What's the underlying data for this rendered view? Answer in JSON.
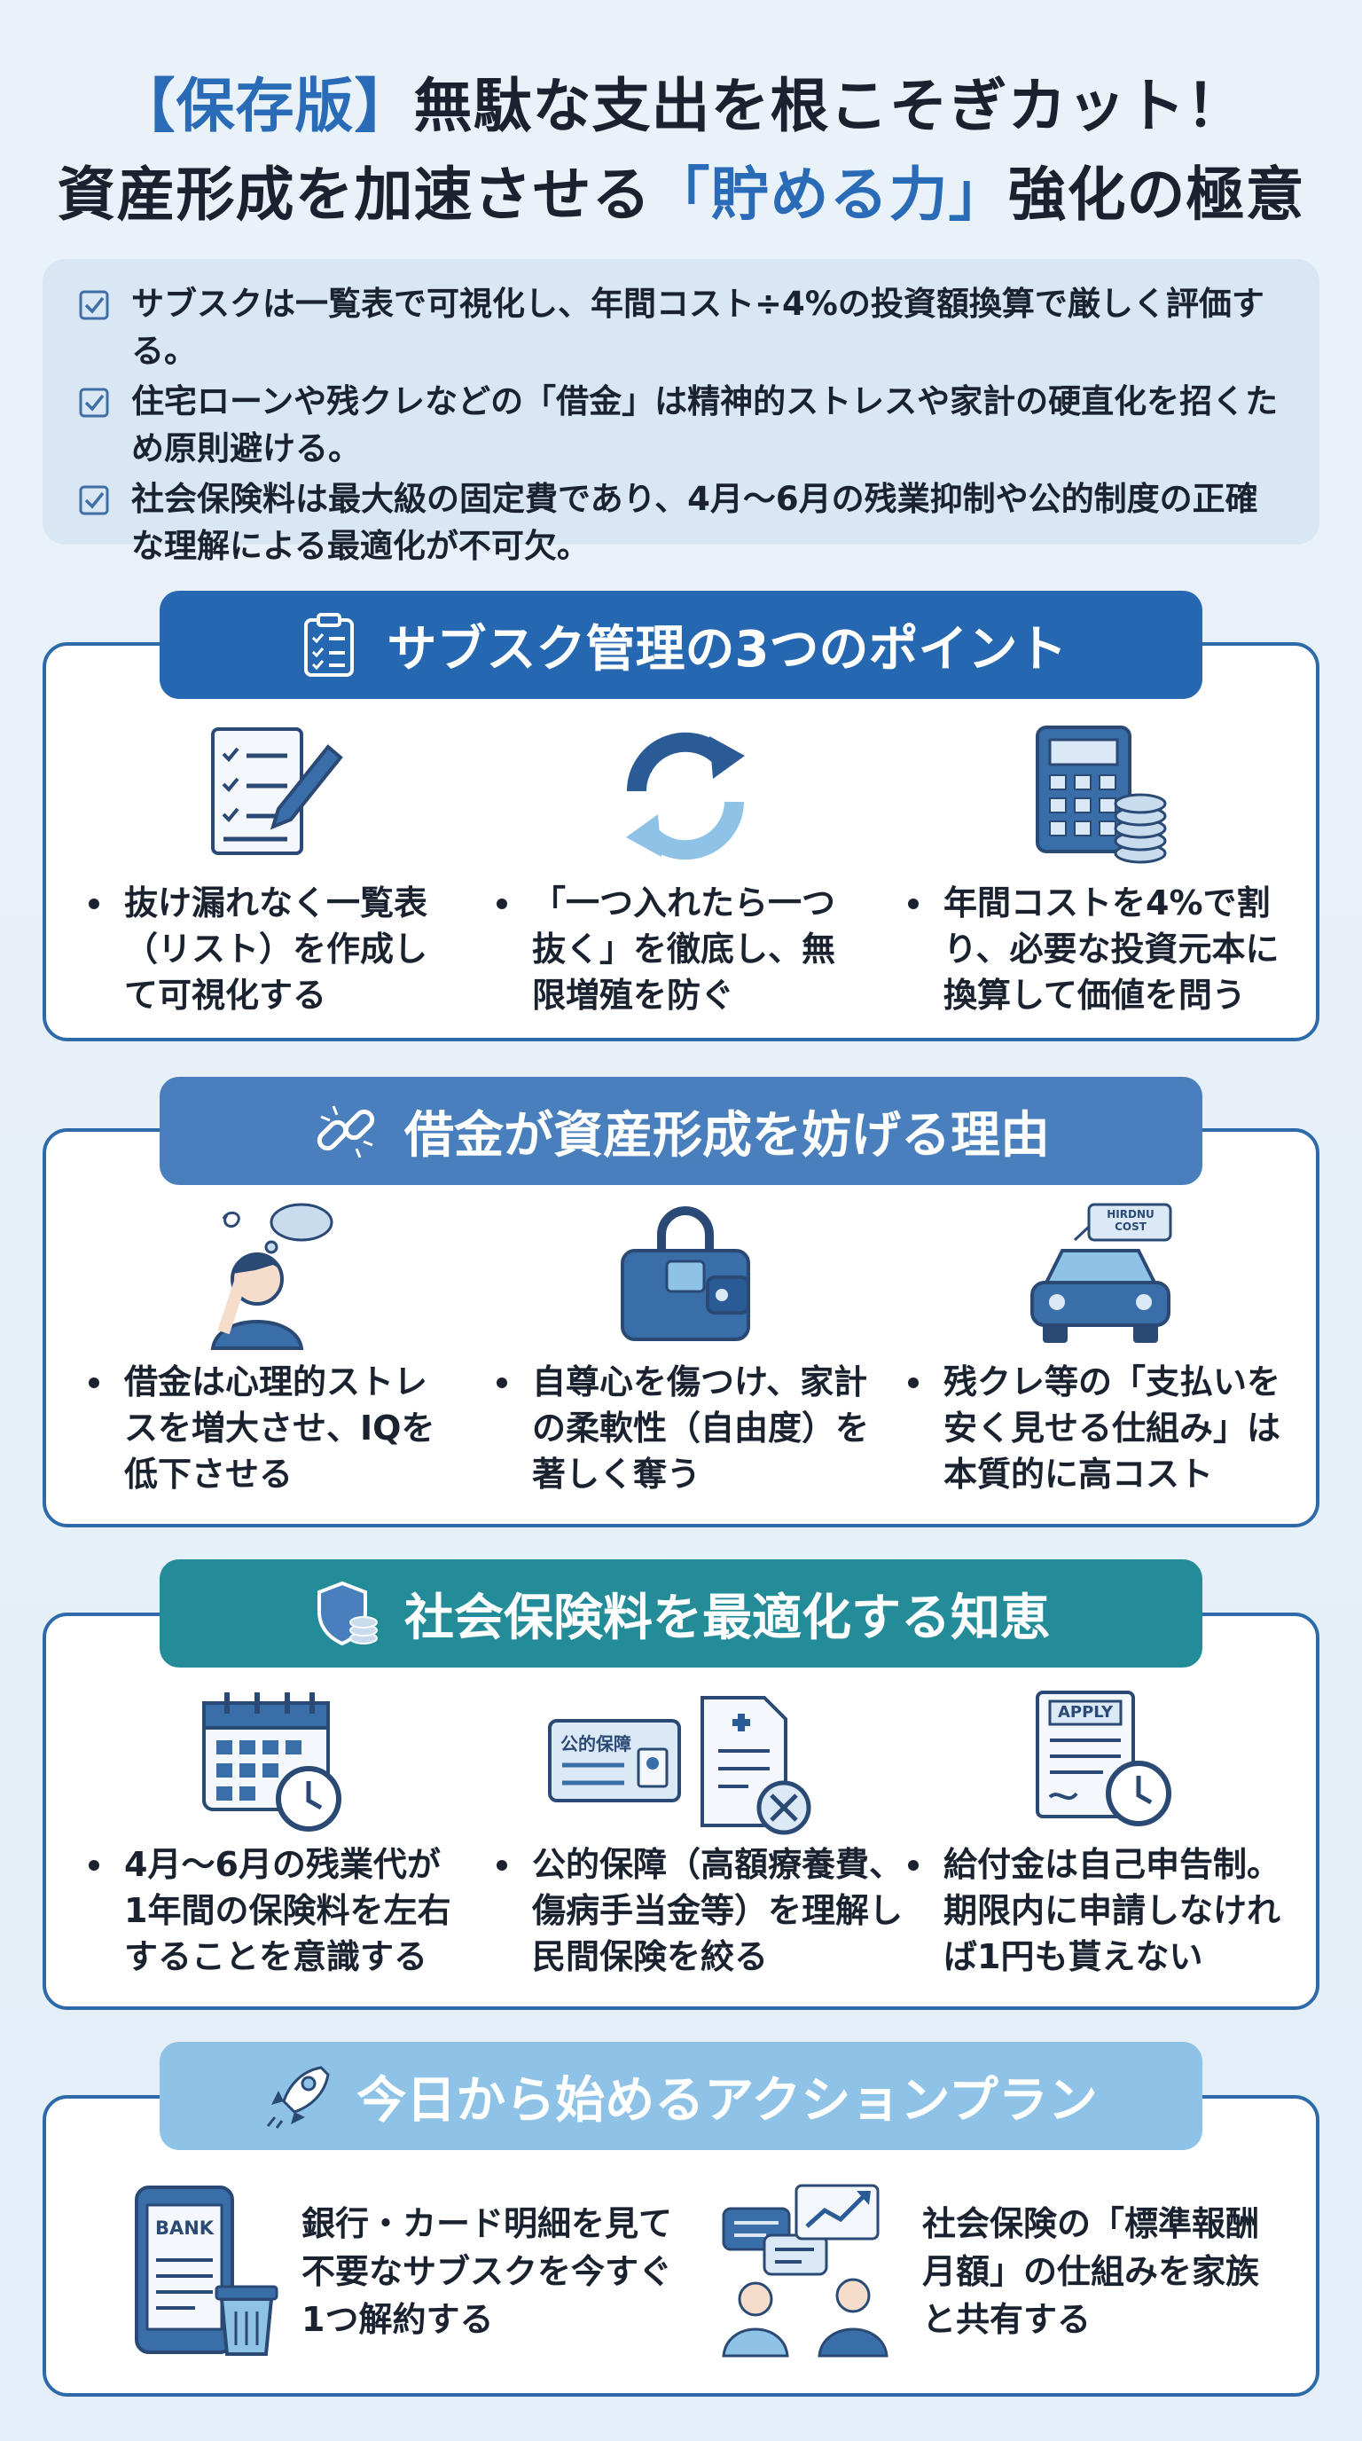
{
  "title": {
    "line1_accent": "【保存版】",
    "line1_rest": "無駄な支出を根こそぎカット！",
    "line2_start": "資産形成を加速させる",
    "line2_accent": "「貯める力」",
    "line2_end": "強化の極意"
  },
  "summary": [
    "サブスクは一覧表で可視化し、年間コスト÷4%の投資額換算で厳しく評価する。",
    "住宅ローンや残クレなどの「借金」は精神的ストレスや家計の硬直化を招くため原則避ける。",
    "社会保険料は最大級の固定費であり、4月〜6月の残業抑制や公的制度の正確な理解による最適化が不可欠。"
  ],
  "sections": [
    {
      "title": "サブスク管理の3つのポイント",
      "items": [
        "抜け漏れなく一覧表（リスト）を作成して可視化する",
        "「一つ入れたら一つ抜く」を徹底し、無限増殖を防ぐ",
        "年間コストを4%で割り、必要な投資元本に換算して価値を問う"
      ]
    },
    {
      "title": "借金が資産形成を妨げる理由",
      "items": [
        "借金は心理的ストレスを増大させ、IQを低下させる",
        "自尊心を傷つけ、家計の柔軟性（自由度）を著しく奪う",
        "残クレ等の「支払いを安く見せる仕組み」は本質的に高コスト"
      ],
      "tag_text": "HIRDNU COST"
    },
    {
      "title": "社会保険料を最適化する知恵",
      "items": [
        "4月〜6月の残業代が1年間の保険料を左右することを意識する",
        "公的保障（高額療養費、傷病手当金等）を理解し民間保険を絞る",
        "給付金は自己申告制。期限内に申請しなければ1円も貰えない"
      ],
      "card_text": "公的保障",
      "apply_text": "APPLY"
    },
    {
      "title": "今日から始めるアクションプラン",
      "actions": [
        "銀行・カード明細を見て不要なサブスクを今すぐ1つ解約する",
        "社会保険の「標準報酬月額」の仕組みを家族と共有する"
      ],
      "bank_text": "BANK"
    }
  ],
  "colors": {
    "header1": "#2567b0",
    "header2": "#4a7fbd",
    "header3": "#248c98",
    "header4": "#8ec2e6",
    "accent": "#2a6bb8"
  }
}
